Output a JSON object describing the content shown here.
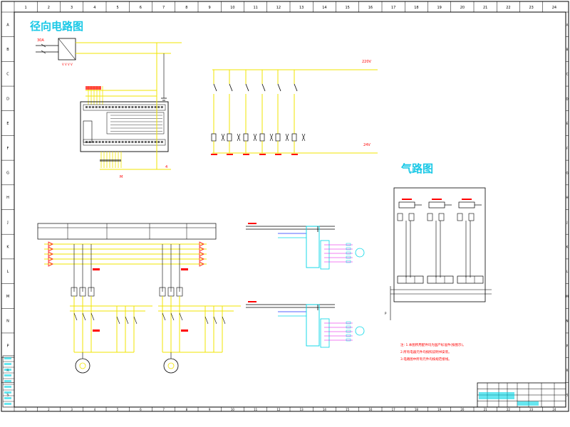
{
  "titles": {
    "circuit": "径向电路图",
    "pneumatic": "气路图"
  },
  "labels": {
    "breaker_rating": "30A",
    "supply_voltage": "220V",
    "dc_rail": "24V"
  },
  "border": {
    "columns": [
      "1",
      "2",
      "3",
      "4",
      "5",
      "6",
      "7",
      "8",
      "9",
      "10",
      "11",
      "12",
      "13",
      "14",
      "15",
      "16",
      "17",
      "18",
      "19",
      "20",
      "21",
      "22",
      "23",
      "24"
    ],
    "rows": [
      "A",
      "B",
      "C",
      "D",
      "E",
      "F",
      "G",
      "H",
      "J",
      "K",
      "L",
      "M",
      "N",
      "P",
      "R",
      "S"
    ]
  },
  "notes": [
    "注: 1.本图所用配件均为国产标准件(按图示)。",
    "2.所有电器元件均按照说明书安装。",
    "3.电路图中所有元件均按规范接线。"
  ],
  "colors": {
    "border": "#000000",
    "wire_yellow": "#f2e600",
    "wire_cyan": "#00d6e6",
    "wire_red": "#ff0000",
    "wire_blue": "#1a33ff",
    "wire_magenta": "#e600e6",
    "title": "#19c8e6"
  }
}
